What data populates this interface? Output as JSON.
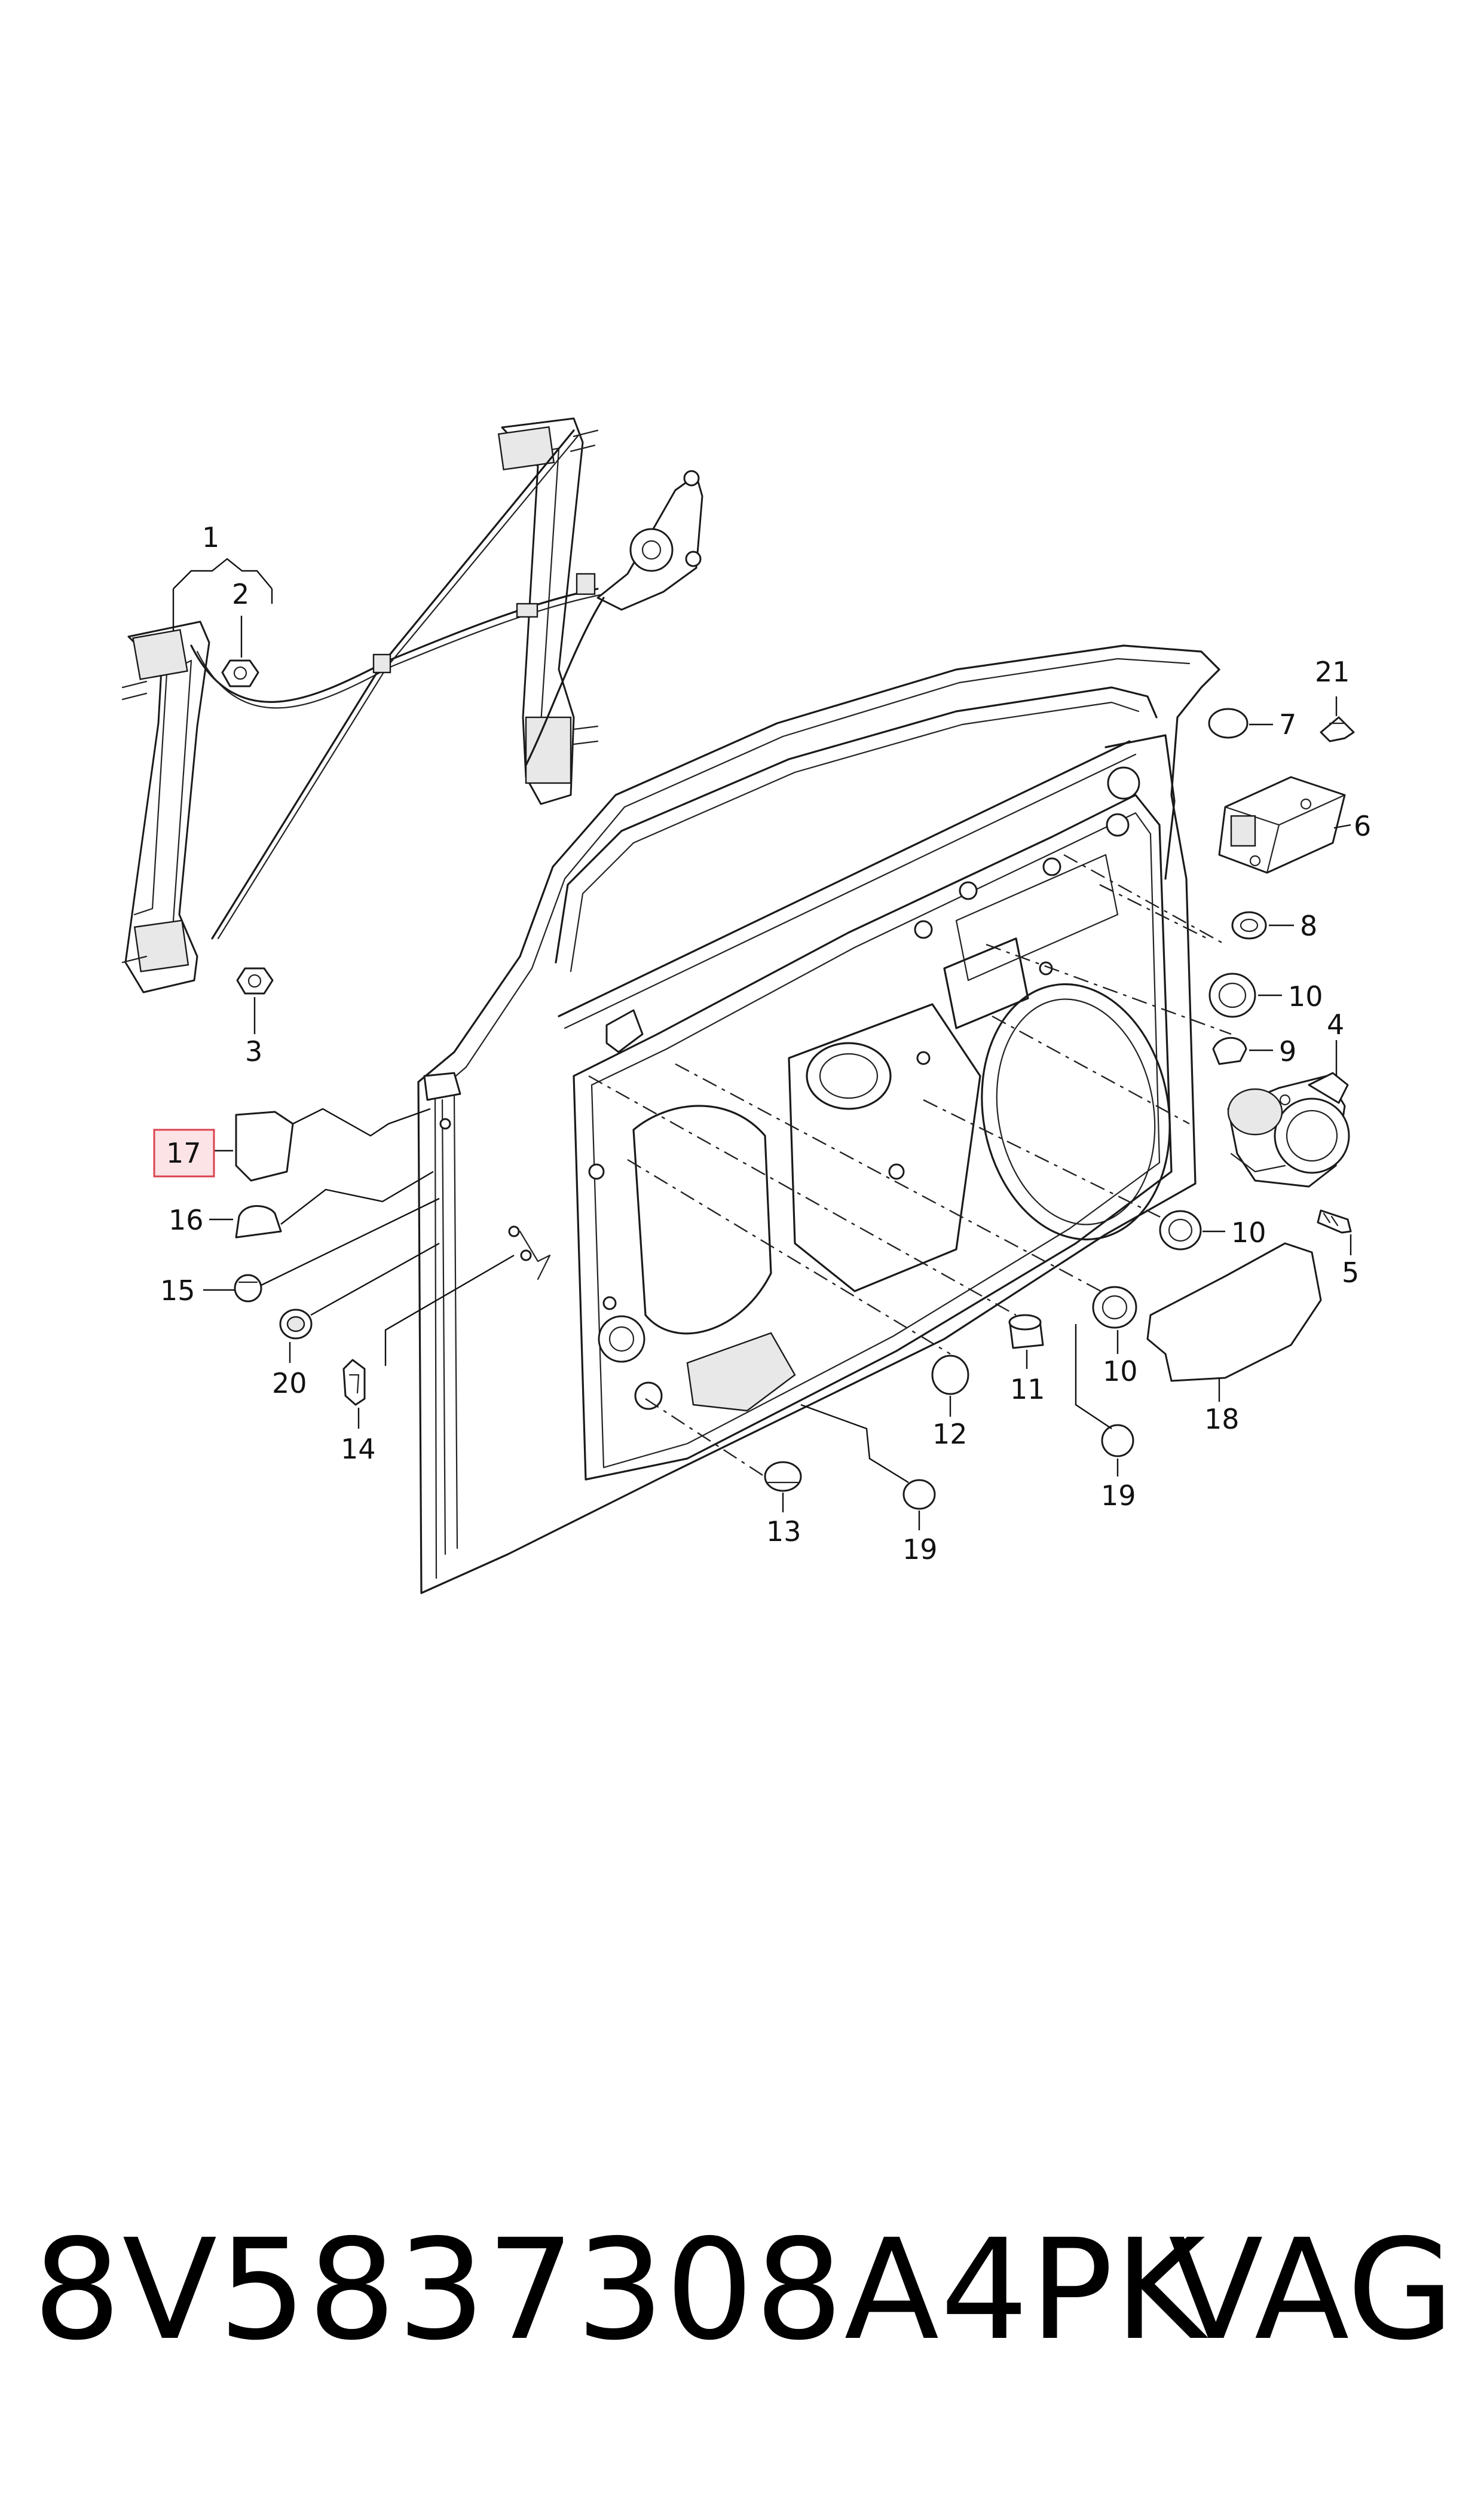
{
  "callouts": {
    "c1": "1",
    "c2": "2",
    "c3": "3",
    "c4": "4",
    "c5": "5",
    "c6": "6",
    "c7": "7",
    "c8": "8",
    "c9": "9",
    "c10a": "10",
    "c10b": "10",
    "c10c": "10",
    "c11": "11",
    "c12": "12",
    "c13": "13",
    "c14": "14",
    "c15": "15",
    "c16": "16",
    "c17": "17",
    "c18": "18",
    "c19a": "19",
    "c19b": "19",
    "c20": "20",
    "c21": "21"
  },
  "footer": {
    "part_number": "8V5837308A4PK",
    "brand": "VAG"
  },
  "colors": {
    "highlight_fill": "#fbe3e6",
    "highlight_border": "#d9434f",
    "ink": "#1a1a1a"
  }
}
